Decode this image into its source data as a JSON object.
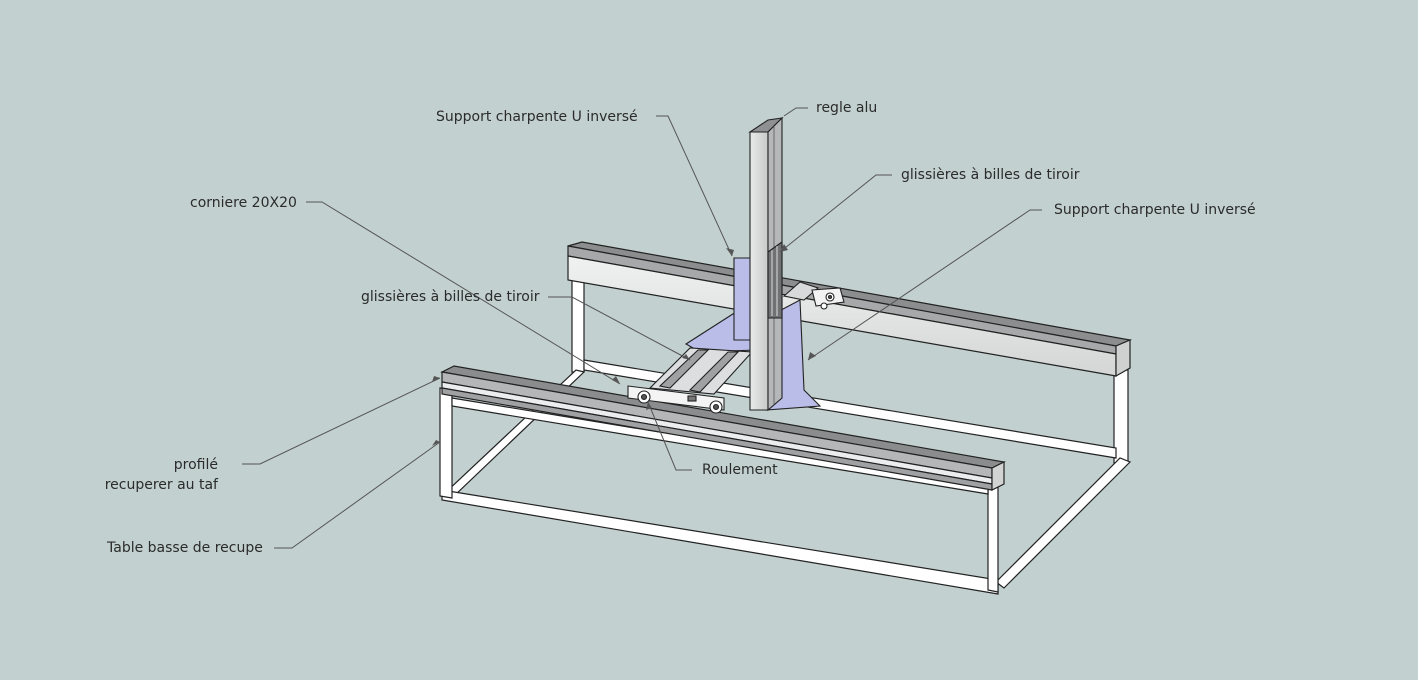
{
  "diagram": {
    "labels": {
      "support_top": "Support charpente U inversé",
      "regle_alu": "regle alu",
      "glissieres_right": "glissières à billes de tiroir",
      "support_right": "Support charpente U inversé",
      "corniere": "corniere 20X20",
      "glissieres_left": "glissières à billes de tiroir",
      "profile_line1": "profilé",
      "profile_line2": "recuperer au taf",
      "roulement": "Roulement",
      "table_basse": "Table basse de recupe"
    },
    "colors": {
      "background": "#c3d0d0",
      "frame_fill": "#ffffff",
      "beam_top": "#8a8c8e",
      "beam_front": "#e6e8e8",
      "accent_panel": "#b9bde8",
      "outline": "#222222",
      "leader": "#555555"
    }
  }
}
